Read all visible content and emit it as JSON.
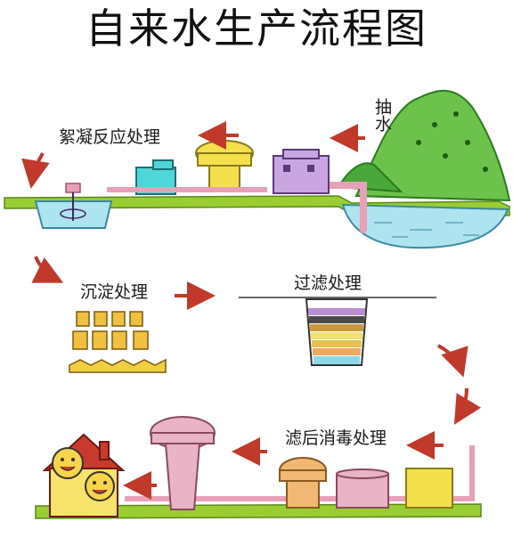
{
  "title": "自来水生产流程图",
  "labels": {
    "pumping": "抽水",
    "coagulation": "絮凝反应处理",
    "sedimentation": "沉淀处理",
    "filtration": "过滤处理",
    "disinfection": "滤后消毒处理"
  },
  "colors": {
    "arrow": "#c0392b",
    "ground": "#9acd32",
    "water": "#aee3f0",
    "mountain": "#6cc24a",
    "pipe": "#e8a0b8",
    "tank_yellow": "#f4e04d",
    "tank_purple": "#c9a6e0",
    "tank_cyan": "#4fd6d8",
    "tank_pink": "#e8b4c6",
    "tank_orange": "#f0b873",
    "house_red": "#c83a2e",
    "house_yellow": "#f7e26b"
  }
}
